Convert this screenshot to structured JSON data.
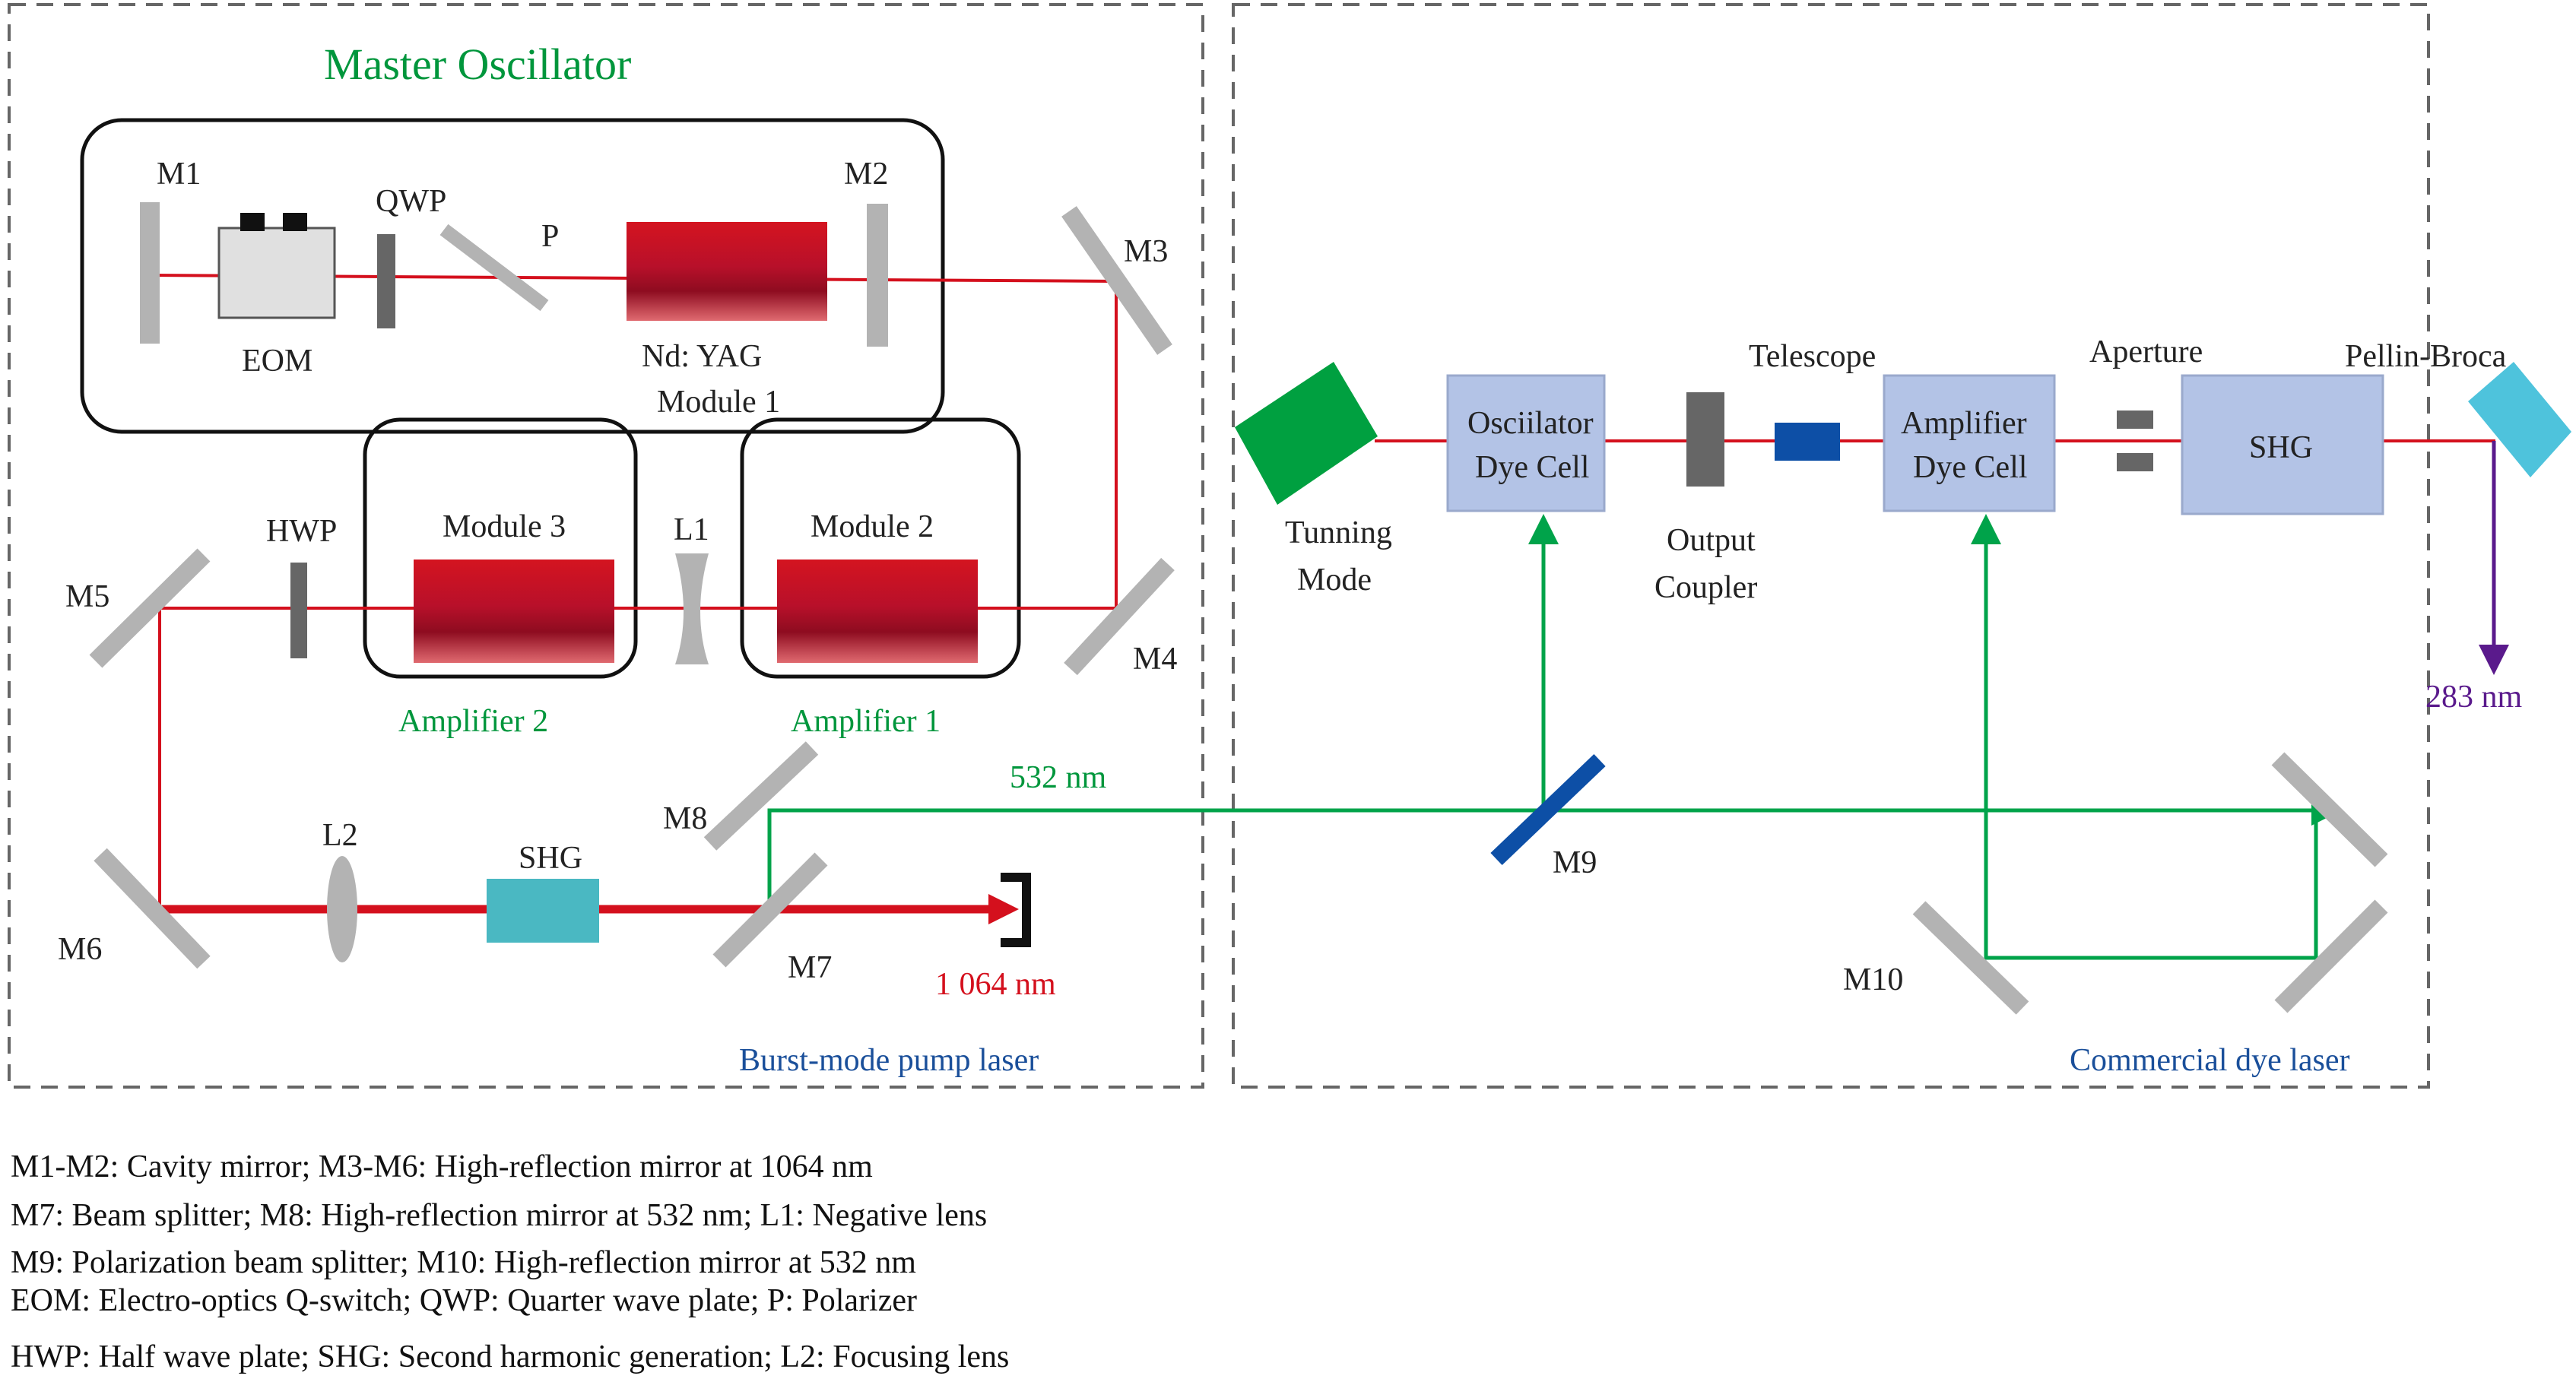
{
  "titles": {
    "master_oscillator": "Master Oscillator",
    "burst_mode": "Burst-mode pump laser",
    "commercial_dye": "Commercial dye laser"
  },
  "labels": {
    "m1": "M1",
    "m2": "M2",
    "m3": "M3",
    "m4": "M4",
    "m5": "M5",
    "m6": "M6",
    "m7": "M7",
    "m8": "M8",
    "m9": "M9",
    "m10": "M10",
    "qwp": "QWP",
    "p": "P",
    "eom": "EOM",
    "ndyag_line1": "Nd: YAG",
    "ndyag_line2": "Module 1",
    "hwp": "HWP",
    "module3": "Module 3",
    "module2": "Module 2",
    "l1": "L1",
    "amplifier2": "Amplifier 2",
    "amplifier1": "Amplifier 1",
    "l2": "L2",
    "shg_pump": "SHG",
    "wl_532": "532 nm",
    "wl_1064": "1 064 nm",
    "wl_283": "283 nm",
    "tunning_line1": "Tunning",
    "tunning_line2": "Mode",
    "osc_dye_line1": "Osciilator",
    "osc_dye_line2": "Dye Cell",
    "output_line1": "Output",
    "output_line2": "Coupler",
    "telescope": "Telescope",
    "amp_dye_line1": "Amplifier",
    "amp_dye_line2": "Dye Cell",
    "aperture": "Aperture",
    "shg_dye": "SHG",
    "pellin": "Pellin-Broca"
  },
  "legend": [
    "M1-M2: Cavity mirror; M3-M6: High-reflection mirror at 1064 nm",
    "M7: Beam splitter; M8: High-reflection mirror at 532 nm; L1: Negative lens",
    "M9: Polarization beam splitter; M10: High-reflection mirror at 532 nm",
    "EOM: Electro-optics Q-switch; QWP: Quarter wave plate; P: Polarizer",
    "HWP: Half wave plate; SHG: Second harmonic generation; L2: Focusing lens"
  ],
  "colors": {
    "beam_1064": "#d4101d",
    "beam_532": "#00a34a",
    "beam_283": "#5a1a8c",
    "mirror": "#b3b3b3",
    "dye_cell": "#b3c3e6",
    "shg_crystal": "#4ab8c2",
    "pbs": "#0d4fa6",
    "grating": "#00a040",
    "pellin_prism": "#4ec3dc"
  }
}
